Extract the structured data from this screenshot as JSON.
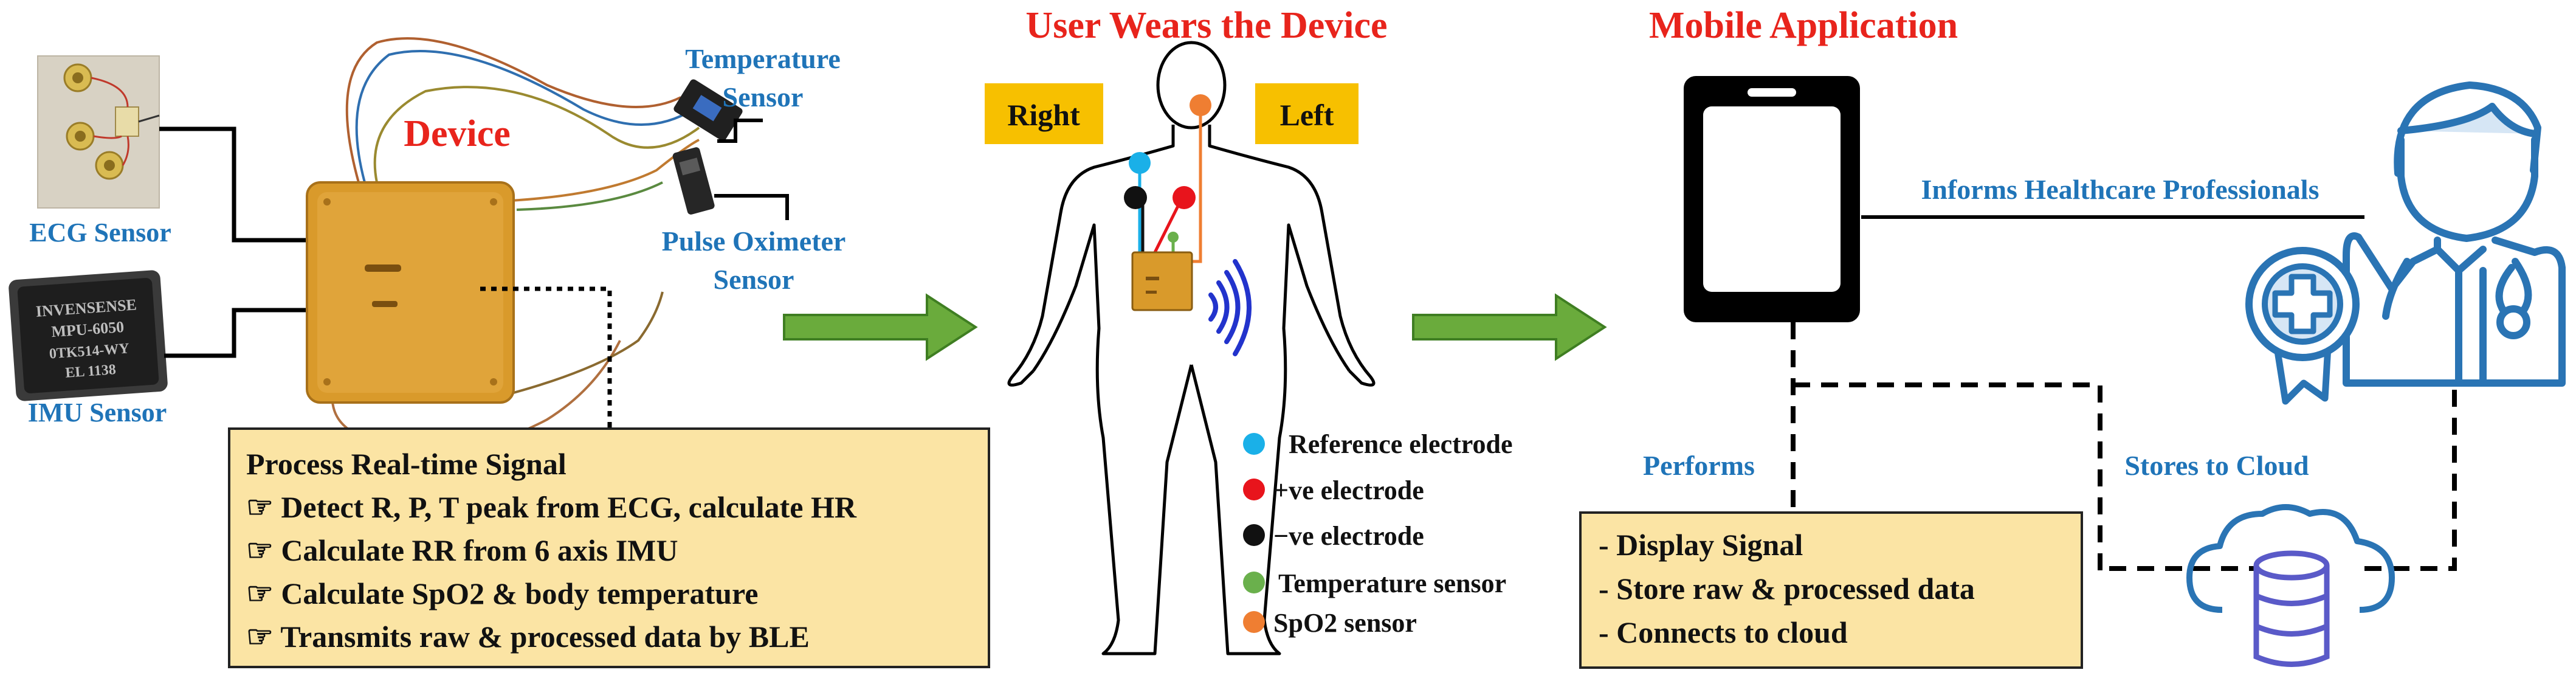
{
  "colors": {
    "label_blue": "#1f74b8",
    "title_red": "#e8241c",
    "box_fill": "#fbe4a4",
    "tag_yellow": "#f7c000",
    "arrow_green": "#6aab3c",
    "device_orange": "#d99a2b",
    "reference_electrode": "#1ab0e8",
    "positive_electrode": "#e8141c",
    "negative_electrode": "#111111",
    "temperature_sensor": "#6ab04c",
    "spo2_sensor": "#ef7e32",
    "icon_blue": "#2a74b4"
  },
  "section1": {
    "device_title": "Device",
    "ecg_label": "ECG Sensor",
    "imu_label": "IMU Sensor",
    "temp_label_1": "Temperature",
    "temp_label_2": "Sensor",
    "pulse_label_1": "Pulse Oximeter",
    "pulse_label_2": "Sensor",
    "chip_text_1": "INVENSENSE",
    "chip_text_2": "MPU-6050",
    "chip_text_3": "0TK514-WY",
    "chip_text_4": "EL 1138",
    "process_title": "Process Real-time Signal",
    "process_items": [
      "☞ Detect R, P, T peak from ECG, calculate HR",
      "☞ Calculate RR from 6 axis IMU",
      "☞ Calculate SpO2 & body temperature",
      "☞ Transmits raw & processed data by BLE"
    ]
  },
  "section2": {
    "title": "User Wears the Device",
    "right_tag": "Right",
    "left_tag": "Left",
    "legend": [
      {
        "label": "Reference electrode",
        "color_key": "reference_electrode"
      },
      {
        "label": "+ve electrode",
        "color_key": "positive_electrode"
      },
      {
        "label": "−ve electrode",
        "color_key": "negative_electrode"
      },
      {
        "label": "Temperature sensor",
        "color_key": "temperature_sensor"
      },
      {
        "label": "SpO2 sensor",
        "color_key": "spo2_sensor"
      }
    ]
  },
  "section3": {
    "title": "Mobile Application",
    "informs_label": "Informs Healthcare Professionals",
    "performs_label": "Performs",
    "stores_label": "Stores to Cloud",
    "app_items": [
      "-   Display Signal",
      "-   Store raw & processed data",
      "-   Connects to cloud"
    ]
  },
  "icons": {
    "phone": "smartphone-icon",
    "doctor": "doctor-icon",
    "badge": "medical-badge-icon",
    "cloud": "cloud-database-icon",
    "wireless": "wireless-signal-icon",
    "body": "human-body-outline-icon"
  }
}
